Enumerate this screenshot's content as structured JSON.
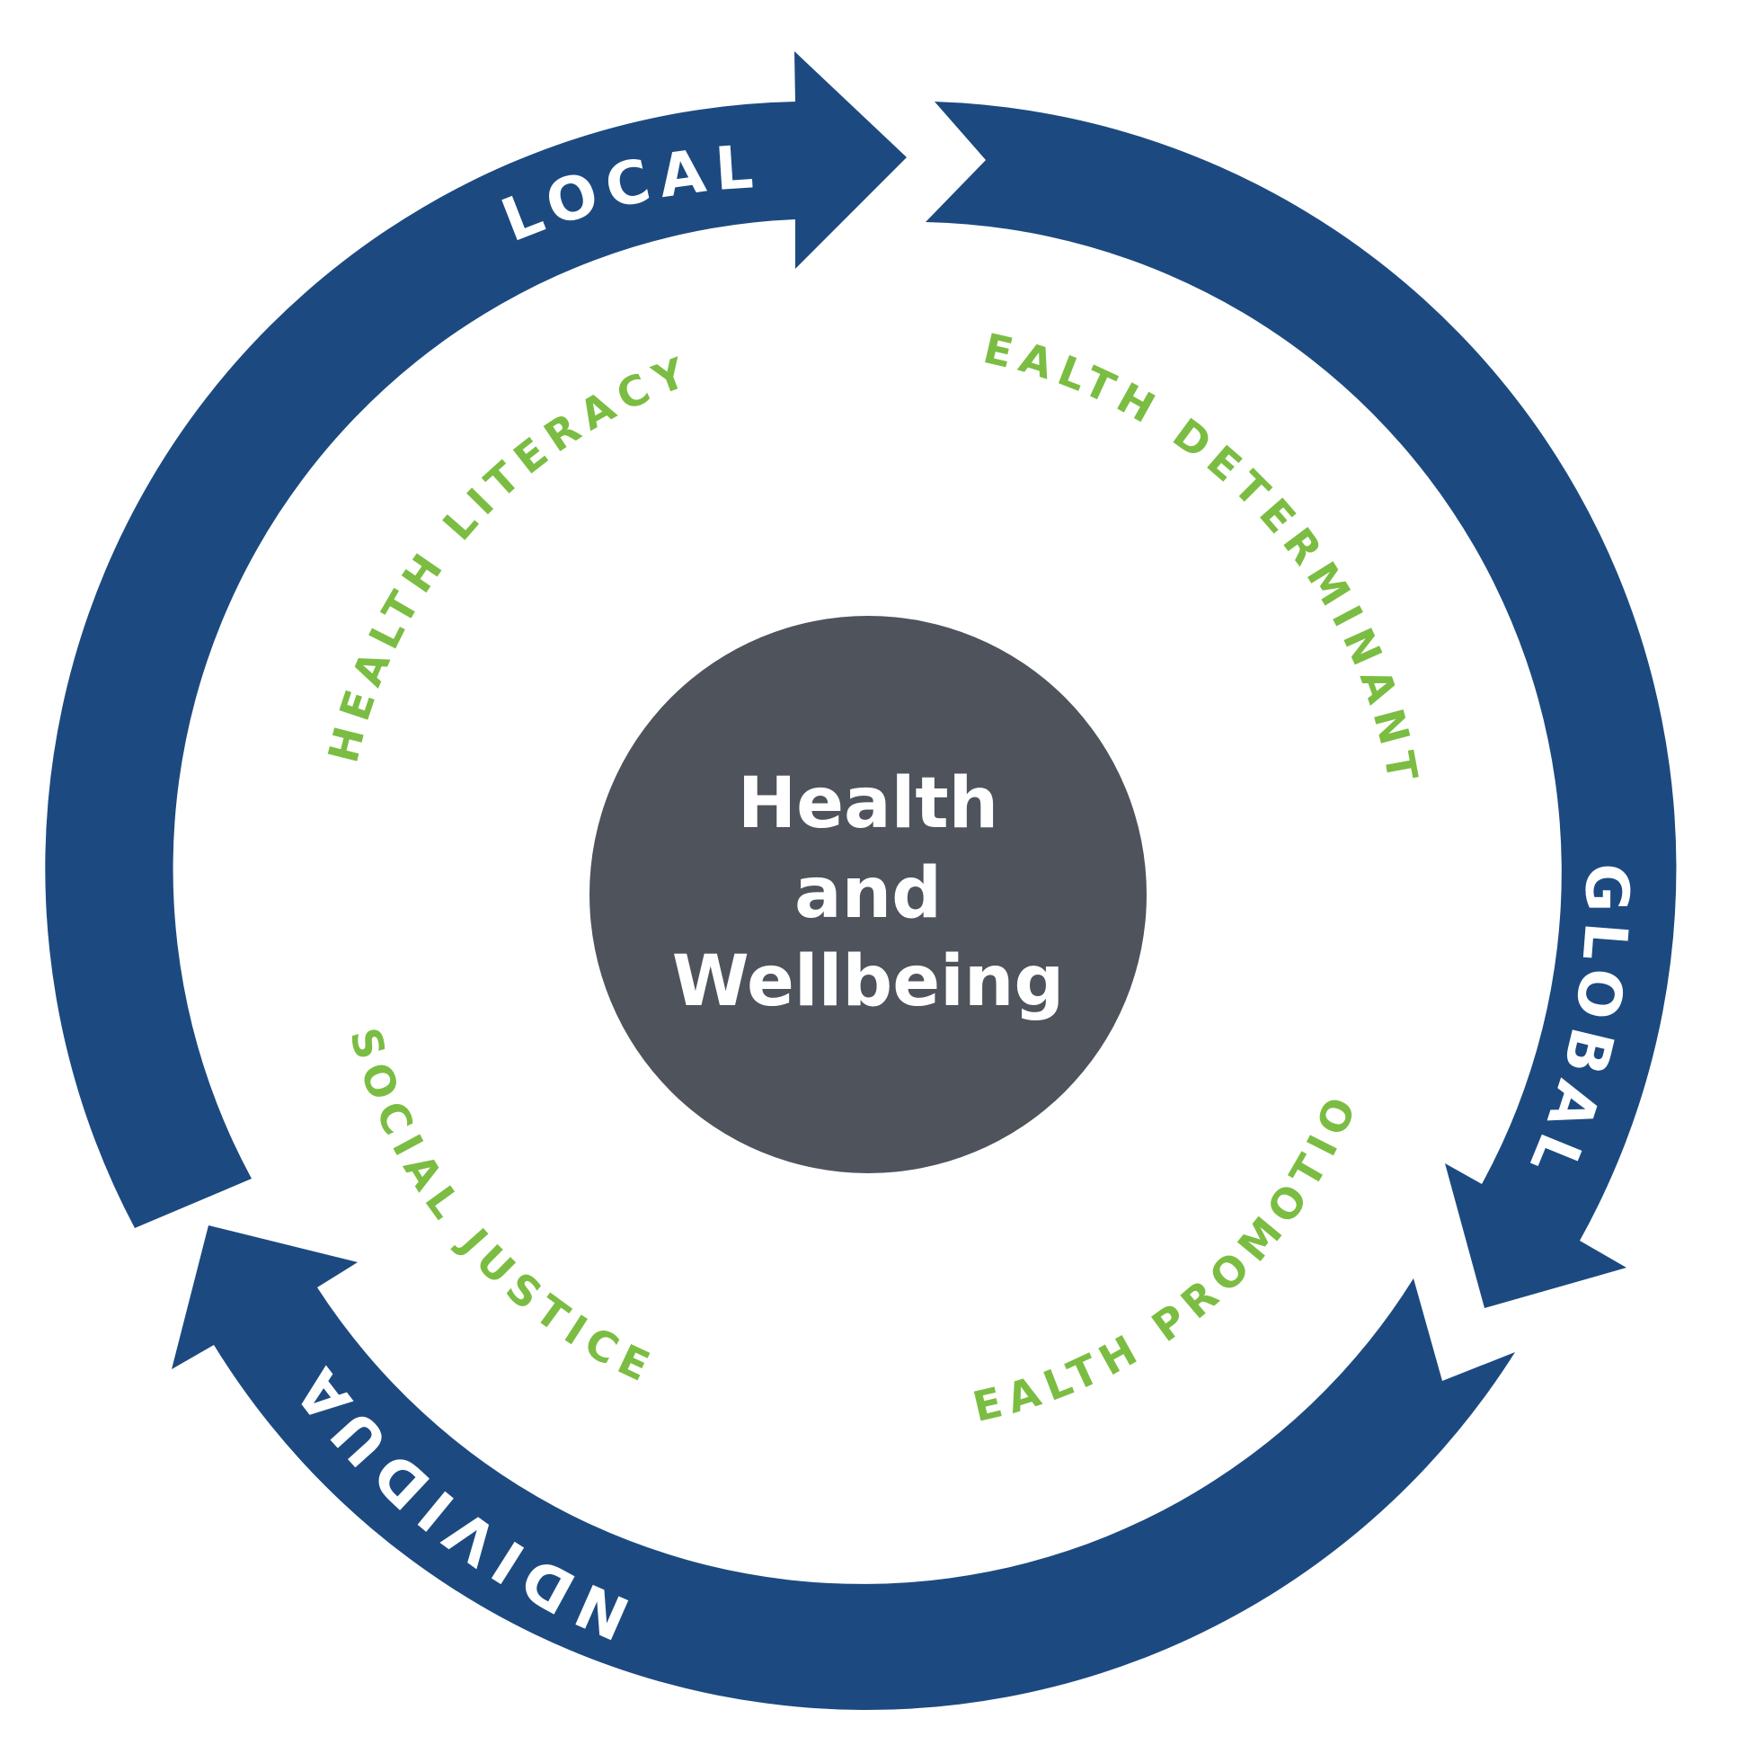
{
  "colors": {
    "ring": "#1c4a80",
    "ring_text": "#ffffff",
    "theme": "#7bbd42",
    "hub": "#4e535c",
    "hub_text": "#ffffff",
    "background": "#ffffff"
  },
  "hub": {
    "line1": "Health",
    "line2": "and",
    "line3": "Wellbeing"
  },
  "cycle": [
    {
      "label": "LOCAL"
    },
    {
      "label": "GLOBAL"
    },
    {
      "label": "INDIVIDUAL"
    }
  ],
  "themes": [
    {
      "label": "HEALTH LITERACY"
    },
    {
      "label": "HEALTH DETERMINANTS"
    },
    {
      "label": "HEALTH PROMOTION"
    },
    {
      "label": "SOCIAL JUSTICE"
    }
  ]
}
